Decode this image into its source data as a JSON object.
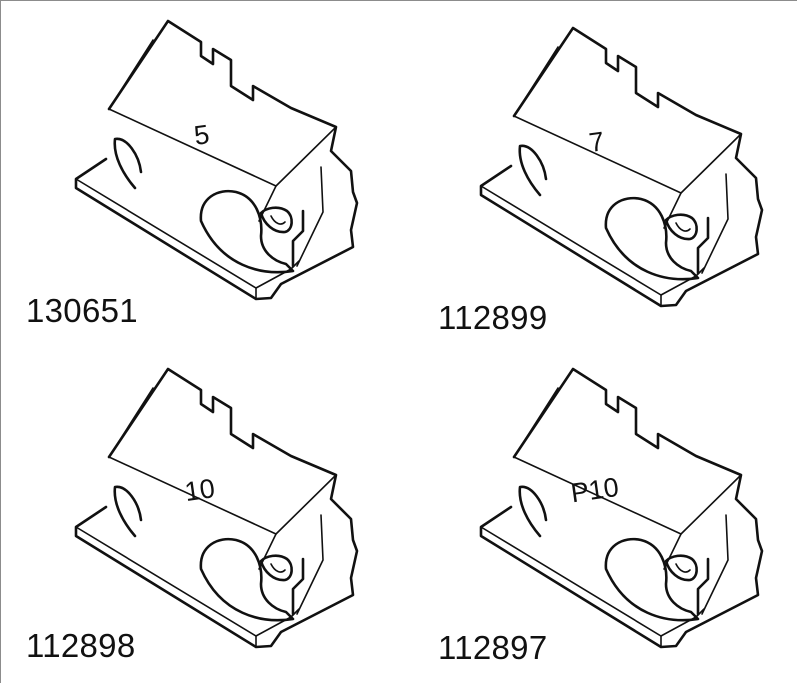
{
  "parts": [
    {
      "code": "130651",
      "stamp": "5"
    },
    {
      "code": "112899",
      "stamp": "7"
    },
    {
      "code": "112898",
      "stamp": "10"
    },
    {
      "code": "112897",
      "stamp": "P10"
    }
  ]
}
